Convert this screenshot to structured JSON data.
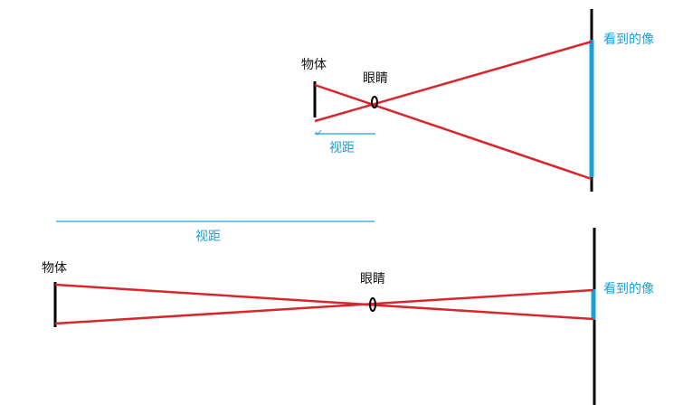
{
  "colors": {
    "ray": "#d9262c",
    "blue": "#1aa0d8",
    "black": "#000000"
  },
  "top": {
    "object_label": "物体",
    "eye_label": "眼睛",
    "image_label": "看到的像",
    "distance_label": "视距"
  },
  "bottom": {
    "object_label": "物体",
    "eye_label": "眼睛",
    "image_label": "看到的像",
    "distance_label": "视距"
  }
}
